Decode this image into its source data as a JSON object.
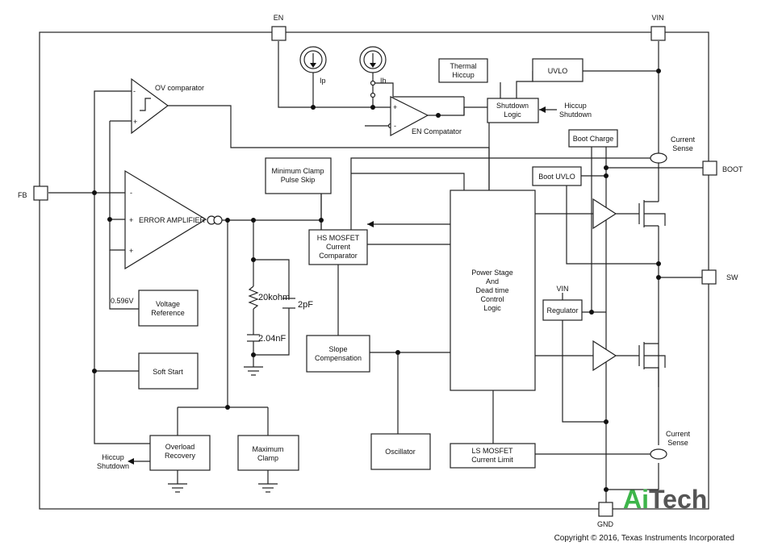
{
  "pins": {
    "en": "EN",
    "vin": "VIN",
    "fb": "FB",
    "boot": "BOOT",
    "sw": "SW",
    "gnd": "GND"
  },
  "blocks": {
    "thermal_hiccup": [
      "Thermal",
      "Hiccup"
    ],
    "uvlo": [
      "UVLO"
    ],
    "shutdown_logic": [
      "Shutdown",
      "Logic"
    ],
    "min_clamp": [
      "Minimum Clamp",
      "Pulse Skip"
    ],
    "hs_comparator": [
      "HS MOSFET",
      "Current",
      "Comparator"
    ],
    "power_stage": [
      "Power Stage",
      "And",
      "Dead time",
      "Control",
      "Logic"
    ],
    "boot_charge": [
      "Boot Charge"
    ],
    "boot_uvlo": [
      "Boot UVLO"
    ],
    "regulator": [
      "Regulator"
    ],
    "voltage_reference": [
      "Voltage",
      "Reference"
    ],
    "soft_start": [
      "Soft Start"
    ],
    "slope_comp": [
      "Slope",
      "Compensation"
    ],
    "oscillator": [
      "Oscillator"
    ],
    "ls_limit": [
      "LS MOSFET",
      "Current Limit"
    ],
    "overload_recovery": [
      "Overload",
      "Recovery"
    ],
    "max_clamp": [
      "Maximum",
      "Clamp"
    ]
  },
  "labels": {
    "ov_comparator": "OV comparator",
    "error_amplifier": "ERROR AMPLIFIER",
    "en_comparator": "EN Compatator",
    "ip": "Ip",
    "ih": "Ih",
    "hiccup_shutdown_in": [
      "Hiccup",
      "Shutdown"
    ],
    "hiccup_shutdown_out": [
      "Hiccup",
      "Shutdown"
    ],
    "current_sense_top": [
      "Current",
      "Sense"
    ],
    "current_sense_bottom": [
      "Current",
      "Sense"
    ],
    "vin_regulator": "VIN",
    "vref_value": "0.596V",
    "r_comp": "20kohm",
    "c_comp": "2.04nF",
    "c_hf": "2pF",
    "minus": "-",
    "plus": "+"
  },
  "watermark": {
    "ai": "Ai",
    "tech": "Tech",
    "ai_color": "#3db54a",
    "tech_color": "#555555"
  },
  "copyright": "Copyright © 2016, Texas Instruments Incorporated"
}
